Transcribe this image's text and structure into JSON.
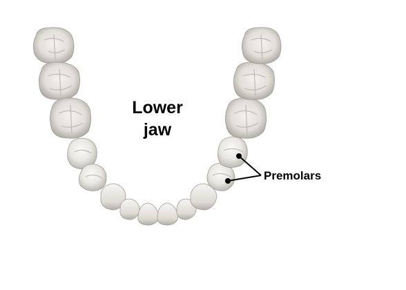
{
  "diagram": {
    "title_line1": "Lower",
    "title_line2": "jaw",
    "callout_label": "Premolars"
  },
  "colors": {
    "background": "#ffffff",
    "tooth_fill": "#e9e7e2",
    "tooth_shadow": "#b9b6b0",
    "tooth_highlight": "#fbfaf8",
    "label": "#000000"
  }
}
